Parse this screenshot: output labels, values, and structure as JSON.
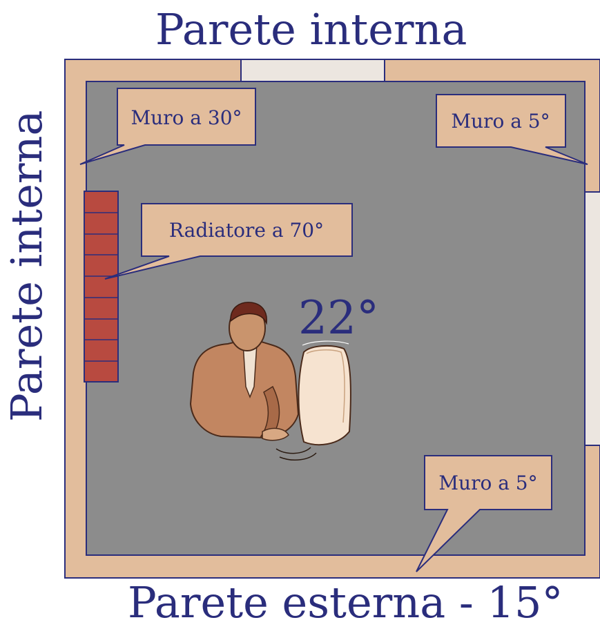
{
  "walls": {
    "top": "Parete interna",
    "left": "Parete interna",
    "bottom": "Parete esterna - 15°"
  },
  "callouts": {
    "wall_top_left": "Muro a 30°",
    "wall_top_right": "Muro a 5°",
    "radiator": "Radiatore a 70°",
    "wall_bottom_right": "Muro a 5°"
  },
  "room_temperature": "22°",
  "colors": {
    "wall_fill": "#e2bd9c",
    "floor": "#8c8c8c",
    "outline": "#2a2d7c",
    "radiator": "#b84a40",
    "window": "#ece6e0",
    "text": "#2a2d7c"
  },
  "icons": {
    "person": "person-at-computer-icon"
  }
}
